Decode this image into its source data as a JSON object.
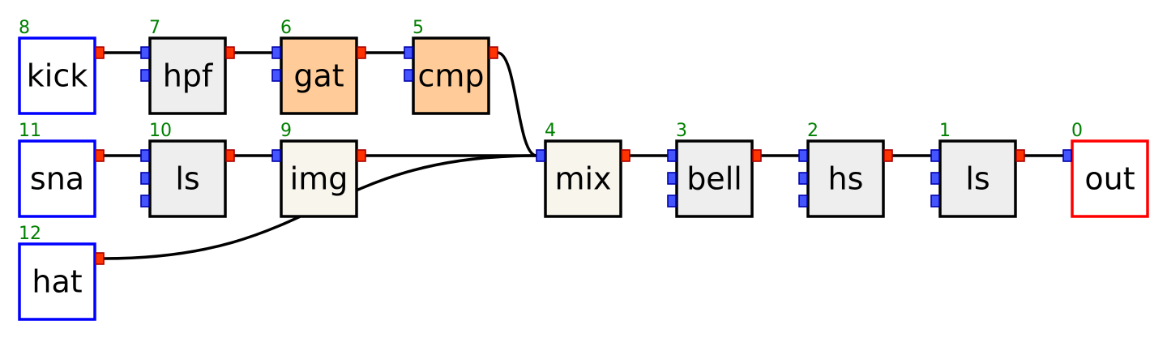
{
  "colors": {
    "index": "#008000",
    "source_border": "#0000ff",
    "sink_border": "#ff0000",
    "fx_border": "#000000",
    "fill_white": "#ffffff",
    "fill_gray": "#eeeeee",
    "fill_orange": "#ffcc99",
    "fill_cream": "#f7f5ec",
    "input_port": "#4455ff",
    "input_port_edge": "#0000aa",
    "output_port": "#ff3300",
    "output_port_edge": "#aa0000"
  },
  "nodes": [
    {
      "id": "kick",
      "index": "8",
      "label": "kick",
      "kind": "source",
      "fill": "white",
      "inputs": 0,
      "outputs": 1
    },
    {
      "id": "hpf",
      "index": "7",
      "label": "hpf",
      "kind": "fx",
      "fill": "gray",
      "inputs": 2,
      "outputs": 1
    },
    {
      "id": "gat",
      "index": "6",
      "label": "gat",
      "kind": "fx",
      "fill": "orange",
      "inputs": 2,
      "outputs": 1
    },
    {
      "id": "cmp",
      "index": "5",
      "label": "cmp",
      "kind": "fx",
      "fill": "orange",
      "inputs": 2,
      "outputs": 1
    },
    {
      "id": "sna",
      "index": "11",
      "label": "sna",
      "kind": "source",
      "fill": "white",
      "inputs": 0,
      "outputs": 1
    },
    {
      "id": "ls2",
      "index": "10",
      "label": "ls",
      "kind": "fx",
      "fill": "gray",
      "inputs": 3,
      "outputs": 1
    },
    {
      "id": "img",
      "index": "9",
      "label": "img",
      "kind": "fx",
      "fill": "cream",
      "inputs": 1,
      "outputs": 1
    },
    {
      "id": "mix",
      "index": "4",
      "label": "mix",
      "kind": "fx",
      "fill": "cream",
      "inputs": 1,
      "outputs": 1
    },
    {
      "id": "bell",
      "index": "3",
      "label": "bell",
      "kind": "fx",
      "fill": "gray",
      "inputs": 3,
      "outputs": 1
    },
    {
      "id": "hs",
      "index": "2",
      "label": "hs",
      "kind": "fx",
      "fill": "gray",
      "inputs": 3,
      "outputs": 1
    },
    {
      "id": "ls1",
      "index": "1",
      "label": "ls",
      "kind": "fx",
      "fill": "gray",
      "inputs": 3,
      "outputs": 1
    },
    {
      "id": "out",
      "index": "0",
      "label": "out",
      "kind": "sink",
      "fill": "white",
      "inputs": 1,
      "outputs": 0
    },
    {
      "id": "hat",
      "index": "12",
      "label": "hat",
      "kind": "source",
      "fill": "white",
      "inputs": 0,
      "outputs": 1
    }
  ],
  "edges": [
    {
      "from": "kick",
      "to": "hpf"
    },
    {
      "from": "hpf",
      "to": "gat"
    },
    {
      "from": "gat",
      "to": "cmp"
    },
    {
      "from": "cmp",
      "to": "mix"
    },
    {
      "from": "sna",
      "to": "ls2"
    },
    {
      "from": "ls2",
      "to": "img"
    },
    {
      "from": "img",
      "to": "mix"
    },
    {
      "from": "hat",
      "to": "mix"
    },
    {
      "from": "mix",
      "to": "bell"
    },
    {
      "from": "bell",
      "to": "hs"
    },
    {
      "from": "hs",
      "to": "ls1"
    },
    {
      "from": "ls1",
      "to": "out"
    }
  ]
}
